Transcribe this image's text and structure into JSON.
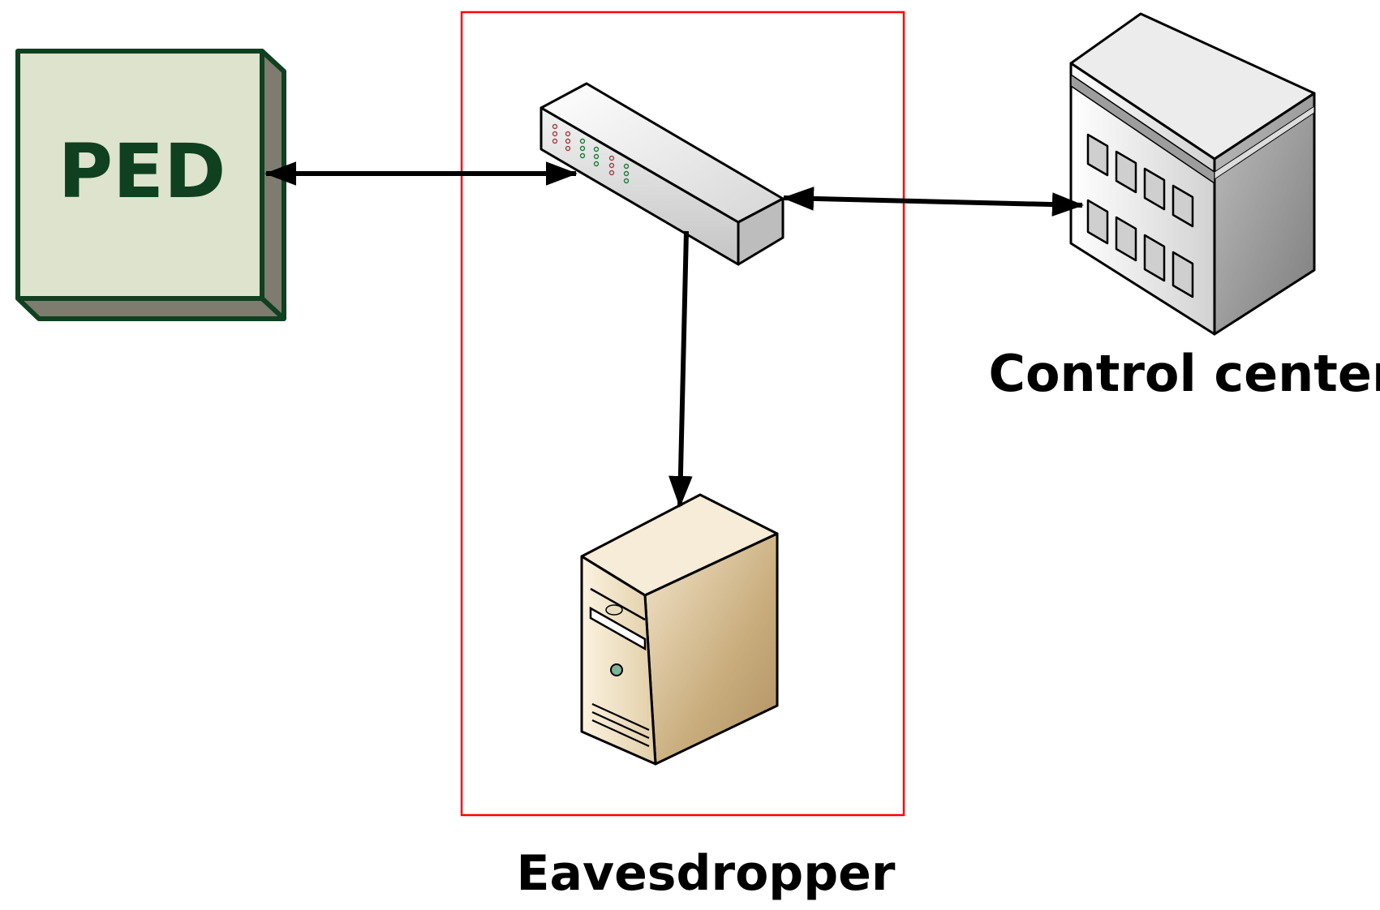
{
  "nodes": {
    "ped": {
      "label": "PED",
      "fill": "#dde3cc",
      "border": "#0f4020",
      "text_color": "#0f4020",
      "icon": "ped-box-icon"
    },
    "switch": {
      "icon": "network-switch-icon"
    },
    "control_center": {
      "label": "Control center",
      "icon": "building-icon"
    },
    "eavesdropper": {
      "label": "Eavesdropper",
      "icon": "server-tower-icon"
    }
  },
  "edges": [
    {
      "from": "ped",
      "to": "switch",
      "direction": "bidirectional"
    },
    {
      "from": "switch",
      "to": "control_center",
      "direction": "bidirectional"
    },
    {
      "from": "switch",
      "to": "eavesdropper",
      "direction": "one-way"
    }
  ],
  "colors": {
    "eavesdropper_frame": "#ff0000",
    "arrow": "#000000",
    "label_text": "#000000"
  }
}
